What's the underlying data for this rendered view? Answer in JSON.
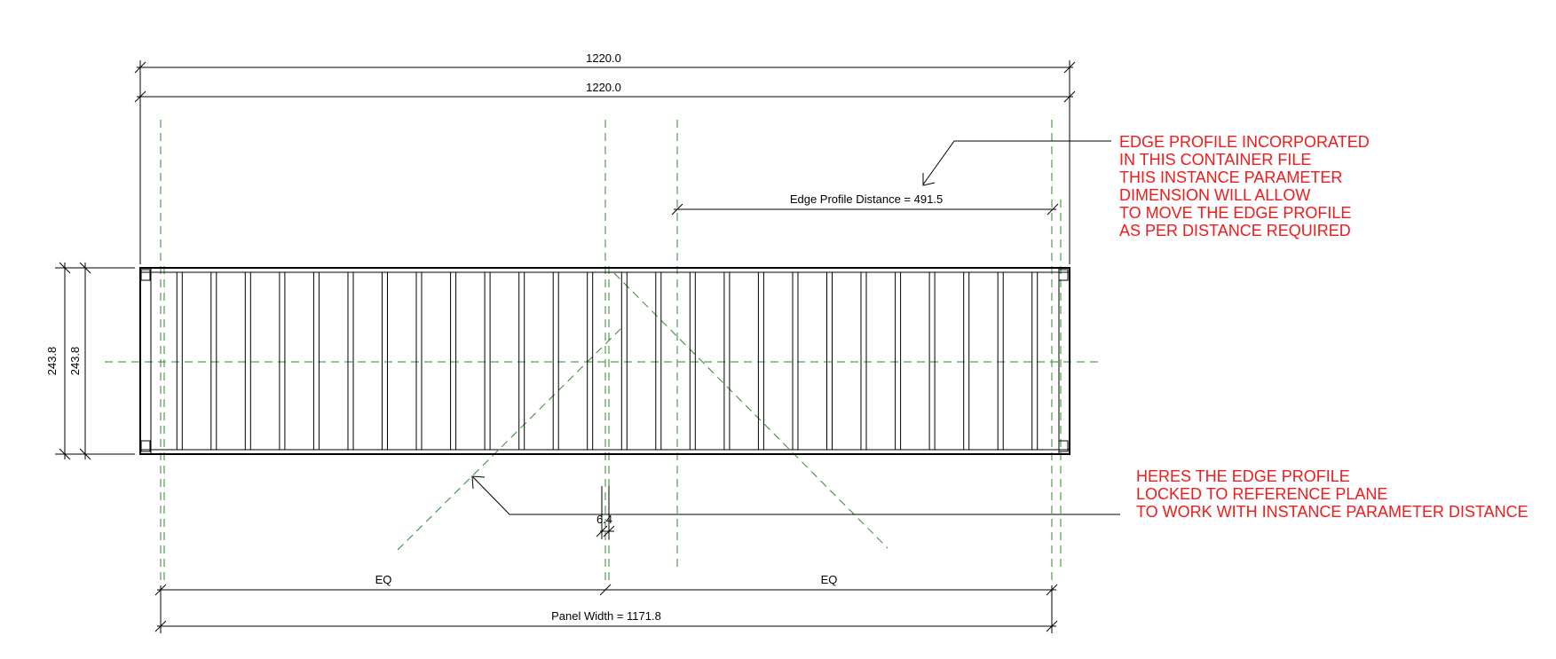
{
  "dimensions": {
    "overall_top": "1220.0",
    "overall_second": "1220.0",
    "edge_profile_distance": "Edge Profile Distance = 491.5",
    "height_outer": "243.8",
    "height_inner": "243.8",
    "offset_small": "6.4",
    "eq_left": "EQ",
    "eq_right": "EQ",
    "panel_width": "Panel Width = 1171.8"
  },
  "notes": {
    "top": [
      "EDGE PROFILE INCORPORATED",
      "IN THIS CONTAINER FILE",
      "",
      "THIS INSTANCE PARAMETER",
      "DIMENSION WILL ALLOW",
      "TO MOVE THE EDGE PROFILE",
      "AS PER DISTANCE REQUIRED"
    ],
    "bottom": [
      "HERES THE EDGE PROFILE",
      "LOCKED TO REFERENCE PLANE",
      "TO WORK WITH INSTANCE PARAMETER DISTANCE"
    ]
  },
  "colors": {
    "note": "#ee1c1c",
    "reference_plane": "#2d8a2d",
    "linework": "#000000"
  },
  "panel": {
    "mullion_count": 26
  }
}
